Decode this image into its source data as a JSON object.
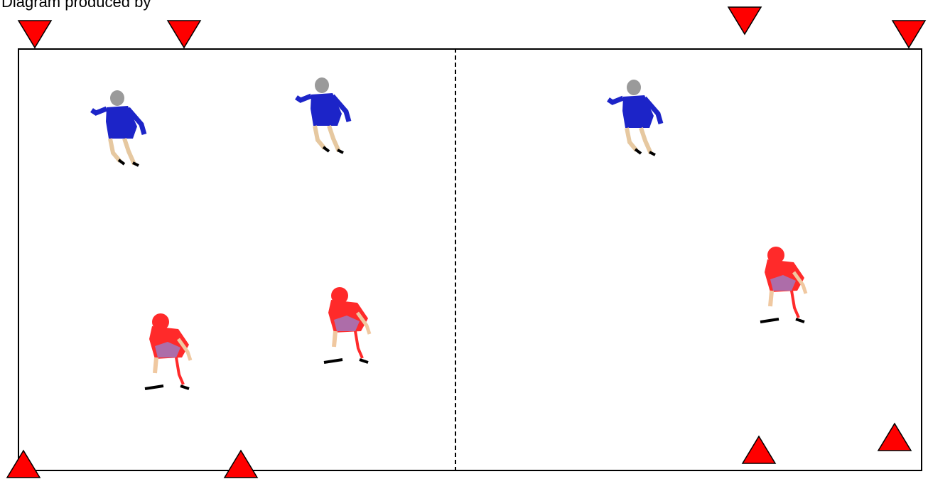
{
  "diagram": {
    "caption": "Diagram produced by",
    "colors": {
      "cone": "#ff0000",
      "attacker_kit": "#1c24c8",
      "defender_kit": "#ff2a2a",
      "lines": "#000000"
    },
    "pitch": {
      "halves": 2,
      "divider": "dashed-halfway-line"
    },
    "icons": {
      "cone_down": "cone-pointing-down",
      "cone_up": "cone-pointing-up",
      "attacker": "blue-player",
      "defender": "red-player"
    }
  }
}
